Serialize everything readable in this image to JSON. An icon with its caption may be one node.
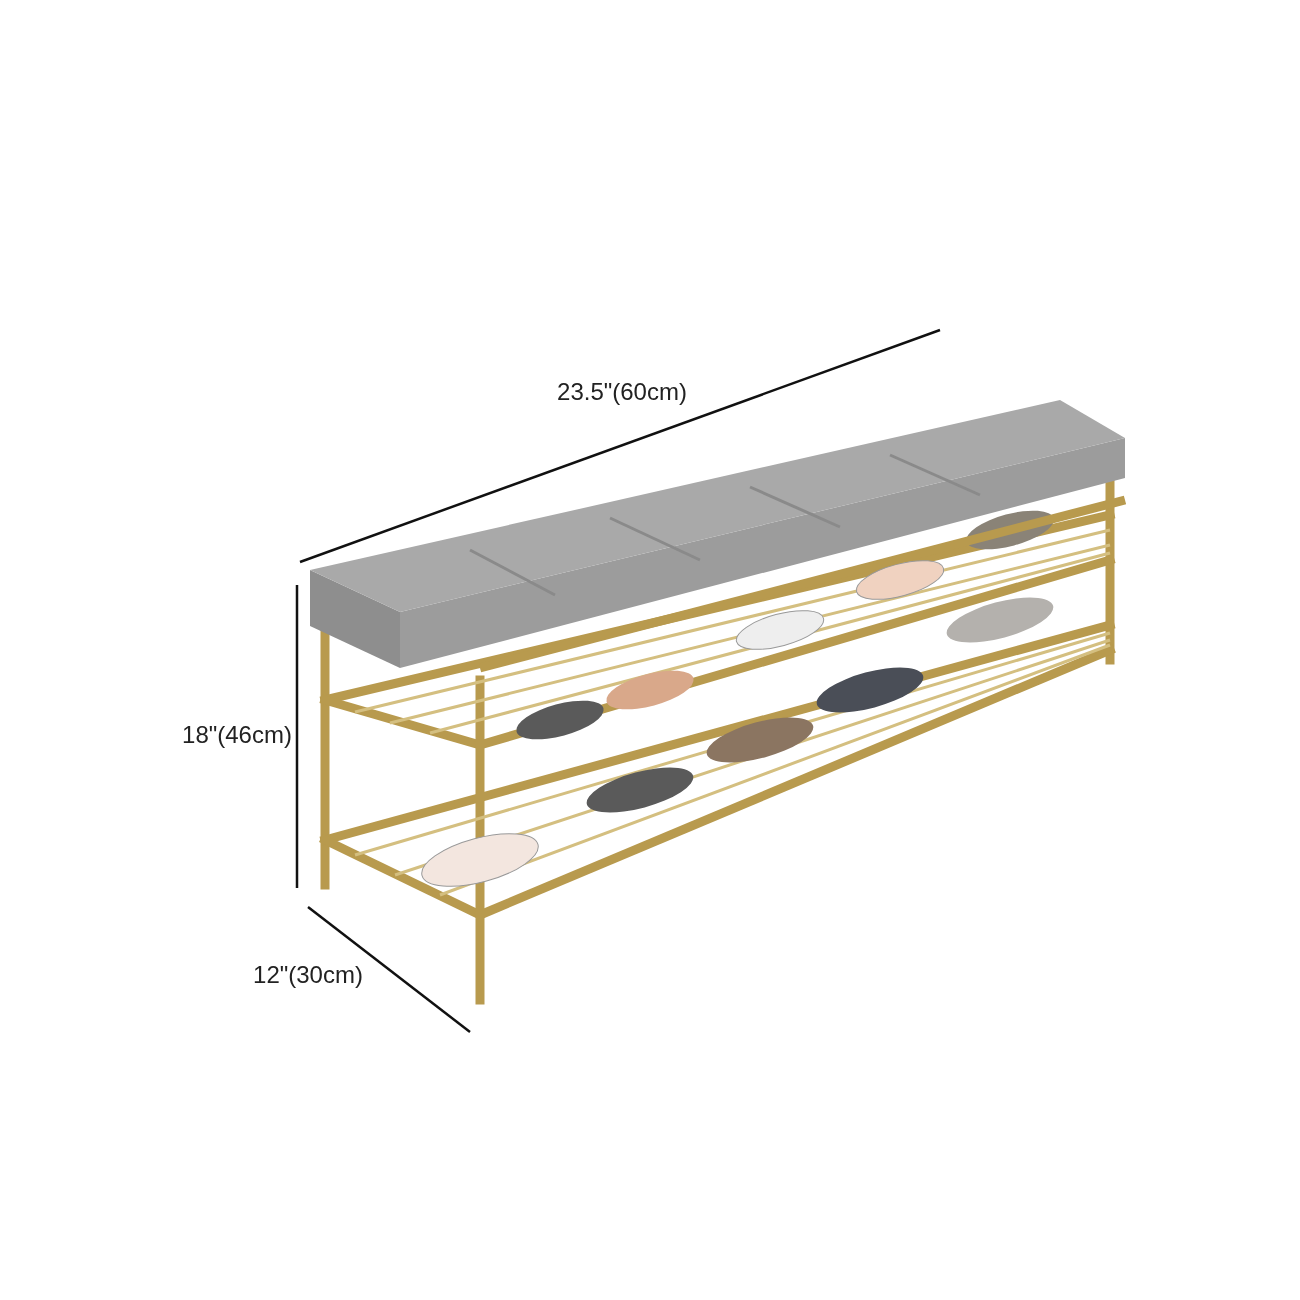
{
  "diagram": {
    "labels": [
      "23.5\"(60cm)",
      "18\"(46cm)",
      "12\"(30cm)"
    ]
  }
}
